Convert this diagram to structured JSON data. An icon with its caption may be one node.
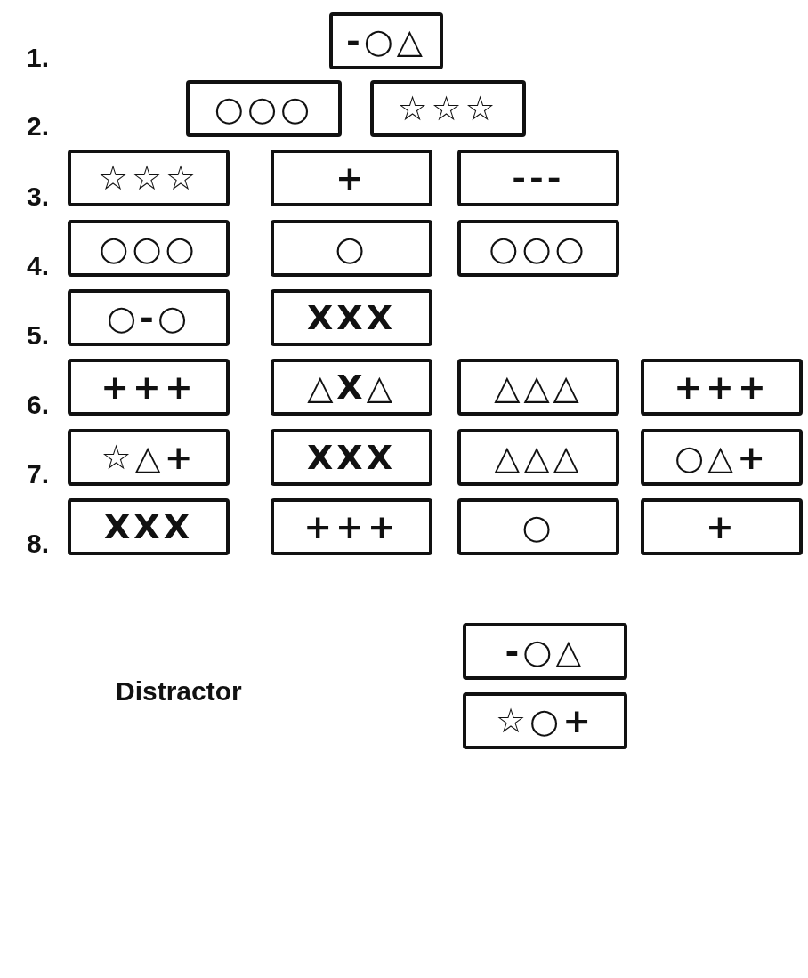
{
  "diagram": {
    "nodes": [
      {
        "text": [
          "-○△"
        ]
      },
      {
        "text": [
          "○○○"
        ]
      },
      {
        "text": [
          "☆☆☆"
        ]
      },
      {
        "text": [
          "☆☆☆"
        ]
      },
      {
        "text": [
          "+"
        ]
      },
      {
        "text": [
          "---"
        ]
      },
      {
        "text": [
          "○○○"
        ]
      },
      {
        "text": [
          "○"
        ]
      },
      {
        "text": [
          "○○○"
        ]
      },
      {
        "text": [
          "○-○"
        ]
      },
      {
        "text": [
          "XXX"
        ]
      },
      {
        "text": [
          "+++"
        ]
      },
      {
        "text": [
          "△X△"
        ]
      },
      {
        "text": [
          "△△△"
        ]
      },
      {
        "text": [
          "+++"
        ]
      },
      {
        "text": [
          "☆△+"
        ]
      },
      {
        "text": [
          "XXX"
        ]
      },
      {
        "text": [
          "△△△"
        ]
      },
      {
        "text": [
          "○△+"
        ]
      },
      {
        "text": [
          "XXX"
        ]
      },
      {
        "text": [
          "+++"
        ]
      },
      {
        "text": [
          "○"
        ]
      },
      {
        "text": [
          "+"
        ]
      },
      {
        "text": [
          "-○△"
        ]
      },
      {
        "text": [
          "☆○+"
        ]
      }
    ],
    "edges": [],
    "labels": [
      "1.",
      "2.",
      "3.",
      "4.",
      "5.",
      "6.",
      "7.",
      "8.",
      "Distractor"
    ]
  }
}
